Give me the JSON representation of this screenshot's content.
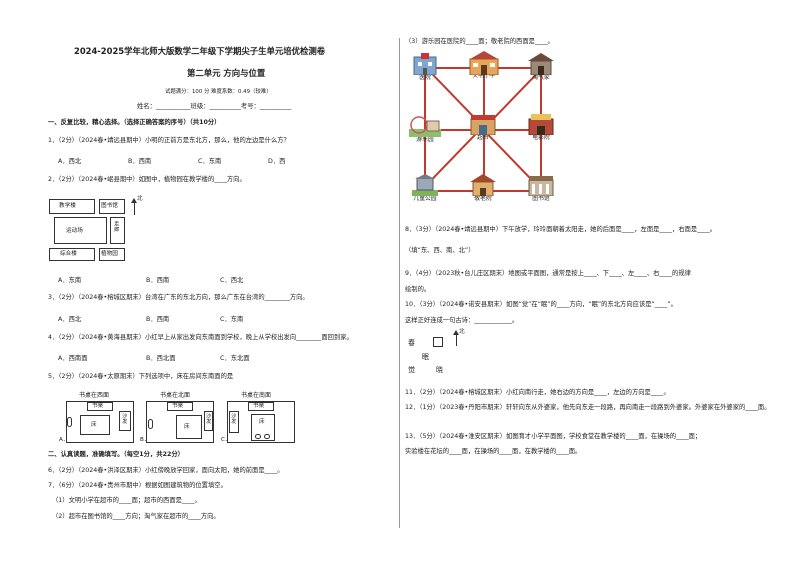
{
  "header": {
    "title": "2024-2025学年北师大版数学二年级下学期尖子生单元培优检测卷",
    "subtitle": "第二单元  方向与位置",
    "meta": "试题满分：100 分  难度系数：0.49（较难）",
    "name_line": "姓名：___________班级：__________考号：__________"
  },
  "section1": {
    "heading": "一、反复比较，精心选择。（选择正确答案的序号）（共10分）",
    "q1": {
      "text": "1．（2分）（2024春•靖远县期中）小明的正前方是东北方，那么，他的左边是什么方？",
      "options": [
        "A．西北",
        "B．西南",
        "C．东南",
        "D．西"
      ]
    },
    "q2": {
      "text": "2．（2分）（2024春•岷县期中）如图中，植物园在教学楼的____方向。",
      "map": {
        "b1": "教学楼",
        "b2": "图书馆",
        "b3": "运动场",
        "b4": "走廊",
        "b5": "综合楼",
        "b6": "植物园",
        "north": "北"
      },
      "options": [
        "A．东南",
        "B．西南",
        "C．西北"
      ]
    },
    "q3": {
      "text": "3．（2分）（2024春•榕城区期末）台湾在广东的东北方向，那么广东在台湾的________方向。",
      "options": [
        "A．西北",
        "B．西南",
        "C．东南"
      ]
    },
    "q4": {
      "text": "4．（2分）（2024春•黄海县期末）小红早上从家出发向东南面到学校，晚上从学校出发向________面回到家。",
      "options": [
        "A．西南面",
        "B．西北面",
        "C．东北面"
      ]
    },
    "q5": {
      "text": "5．（2分）（2024春•太原期末）下列选项中，床在房间东南面的是",
      "rooms": [
        {
          "caption": "书桌在西面",
          "desk": "书桌",
          "bed": "床",
          "sofa": "沙发",
          "label": "A．"
        },
        {
          "caption": "书桌在北面",
          "desk": "书桌",
          "bed": "床",
          "sofa": "沙发",
          "label": "B．"
        },
        {
          "caption": "书桌在南面",
          "desk": "书桌",
          "bed": "床",
          "sofa": "沙发",
          "label": "C．"
        }
      ]
    }
  },
  "section2": {
    "heading": "二、认真读题，准确填写。（每空1分，共22分）",
    "q6": "6．（2分）（2024春•洪泽区期末）小红傍晚放学回家，面向太阳，她的前面是____。",
    "q7": "7．（6分）（2024春•贵州市期中）根据如图建筑物的位置填空。",
    "q7_1": "（1）文明小学在超市的____面；超市的西面是____。",
    "q7_2": "（2）超市在图书馆的____方向；淘气家在超市的____方向。",
    "q7_3": "（3）游乐园在医院的____面；敬老院的西面是____。",
    "places": {
      "yiyuan": "医院",
      "xiaoxue": "文明小学",
      "taoqi": "淘气家",
      "youle": "游乐园",
      "chaoshi": "超市",
      "dianying": "电影院",
      "gongyuan": "儿童公园",
      "jinglao": "敬老院",
      "tushu": "图书馆"
    },
    "q8": "8．（3分）（2024春•靖远县期中）下午放学，玲玲面朝着太阳走，她的后面是____，左面是____，右面是____。",
    "q8b": "（填“东、西、南、北”）",
    "q9": "9．（4分）（2023秋•台儿庄区期末）地图或平面图，通常是按上____、下____、左____、右____的规律",
    "q9b": "绘制的。",
    "q10": "10．（3分）（2024春•诺安县期末）如图“觉”在“眠”的____方向，“眠”的东北方向应该是“____”。",
    "q10b": "这样正好连成一句古诗：____________。",
    "q10grid": {
      "chun": "春",
      "mian": "眠",
      "jue": "觉",
      "xiao": "晓",
      "north": "北"
    },
    "q11": "11．（2分）（2024春•榕城区期末）小红向南行走，她右边的方向是____，左边的方向是____。",
    "q12": "12．（1分）（2023春•丹阳市期末）轩轩向东从外婆家，他先向东走一段路，再向南走一段路到外婆家。外婆家在外婆家的____面。",
    "q13": "13．（5分）（2024春•淮安区期末）如图育才小学平面图，学校食堂在教学楼的____面，在操场的____面；",
    "q13b": "实验楼在花坛的____面，在操场的____面，在教学楼的____面。"
  }
}
